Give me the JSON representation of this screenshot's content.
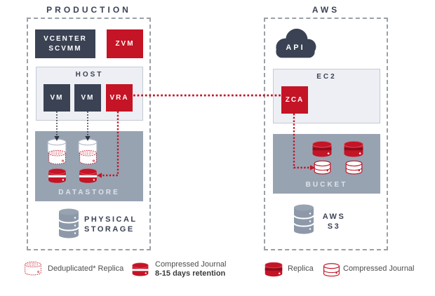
{
  "colors": {
    "red": "#c41425",
    "navy": "#3a4254",
    "panel_fill": "#98a3b2",
    "subpanel_fill": "#edeff4",
    "subpanel_border": "#c3cad4",
    "dashed_border": "#9aa0a8",
    "icon_gray": "#8d99a9",
    "legend_text": "#4c4c4c"
  },
  "production": {
    "title": "PRODUCTION",
    "vcenter": {
      "line1": "VCENTER",
      "line2": "SCVMM"
    },
    "zvm": "ZVM",
    "host": {
      "label": "HOST",
      "vm1": "VM",
      "vm2": "VM",
      "vra": "VRA"
    },
    "datastore": {
      "label": "DATASTORE"
    },
    "physical_storage": {
      "line1": "PHYSICAL",
      "line2": "STORAGE"
    }
  },
  "aws": {
    "title": "AWS",
    "api": "API",
    "ec2": {
      "label": "EC2",
      "zca": "ZCA"
    },
    "bucket": {
      "label": "BUCKET"
    },
    "s3": {
      "line1": "AWS",
      "line2": "S3"
    }
  },
  "legend": {
    "items": [
      {
        "icon": "deduplicated-replica-cylinder-icon",
        "label": "Deduplicated* Replica"
      },
      {
        "icon": "compressed-journal-retention-cylinder-icon",
        "label": "Compressed Journal",
        "sublabel": "8-15 days retention"
      },
      {
        "icon": "replica-cylinder-icon",
        "label": "Replica"
      },
      {
        "icon": "compressed-journal-cylinder-icon",
        "label": "Compressed Journal"
      }
    ]
  }
}
